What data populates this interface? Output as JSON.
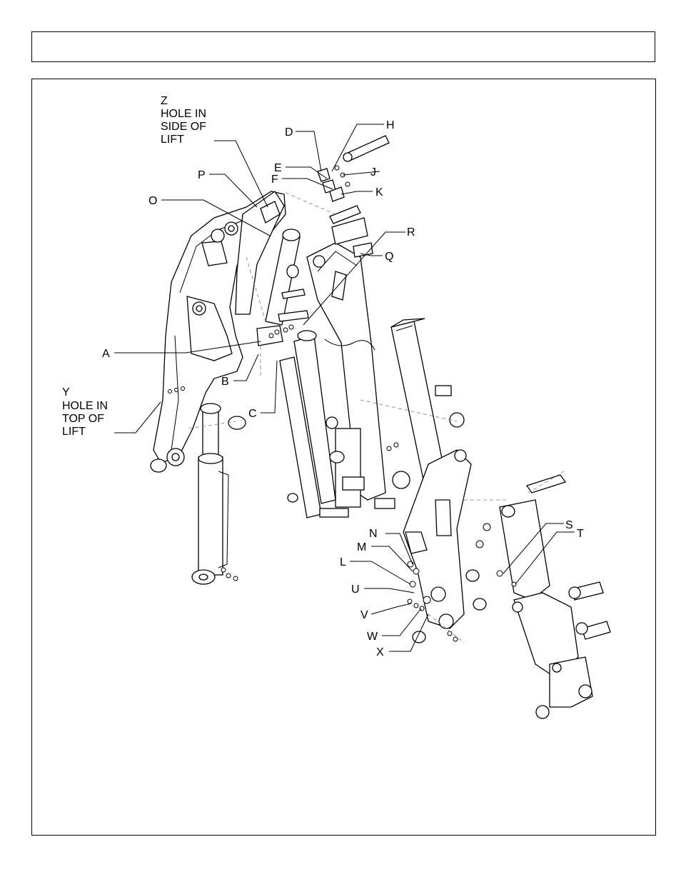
{
  "header": {
    "title": ""
  },
  "callouts": [
    {
      "id": "Z",
      "lines": [
        "Z",
        "HOLE IN",
        "SIDE OF",
        "LIFT"
      ]
    },
    {
      "id": "Y",
      "lines": [
        "Y",
        "HOLE IN",
        "TOP OF",
        "LIFT"
      ]
    },
    {
      "id": "A",
      "lines": [
        "A"
      ]
    },
    {
      "id": "B",
      "lines": [
        "B"
      ]
    },
    {
      "id": "C",
      "lines": [
        "C"
      ]
    },
    {
      "id": "D",
      "lines": [
        "D"
      ]
    },
    {
      "id": "E",
      "lines": [
        "E"
      ]
    },
    {
      "id": "F",
      "lines": [
        "F"
      ]
    },
    {
      "id": "H",
      "lines": [
        "H"
      ]
    },
    {
      "id": "J",
      "lines": [
        "J"
      ]
    },
    {
      "id": "K",
      "lines": [
        "K"
      ]
    },
    {
      "id": "L",
      "lines": [
        "L"
      ]
    },
    {
      "id": "M",
      "lines": [
        "M"
      ]
    },
    {
      "id": "N",
      "lines": [
        "N"
      ]
    },
    {
      "id": "O",
      "lines": [
        "O"
      ]
    },
    {
      "id": "P",
      "lines": [
        "P"
      ]
    },
    {
      "id": "Q",
      "lines": [
        "Q"
      ]
    },
    {
      "id": "R",
      "lines": [
        "R"
      ]
    },
    {
      "id": "S",
      "lines": [
        "S"
      ]
    },
    {
      "id": "T",
      "lines": [
        "T"
      ]
    },
    {
      "id": "U",
      "lines": [
        "U"
      ]
    },
    {
      "id": "V",
      "lines": [
        "V"
      ]
    },
    {
      "id": "W",
      "lines": [
        "W"
      ]
    },
    {
      "id": "X",
      "lines": [
        "X"
      ]
    }
  ]
}
